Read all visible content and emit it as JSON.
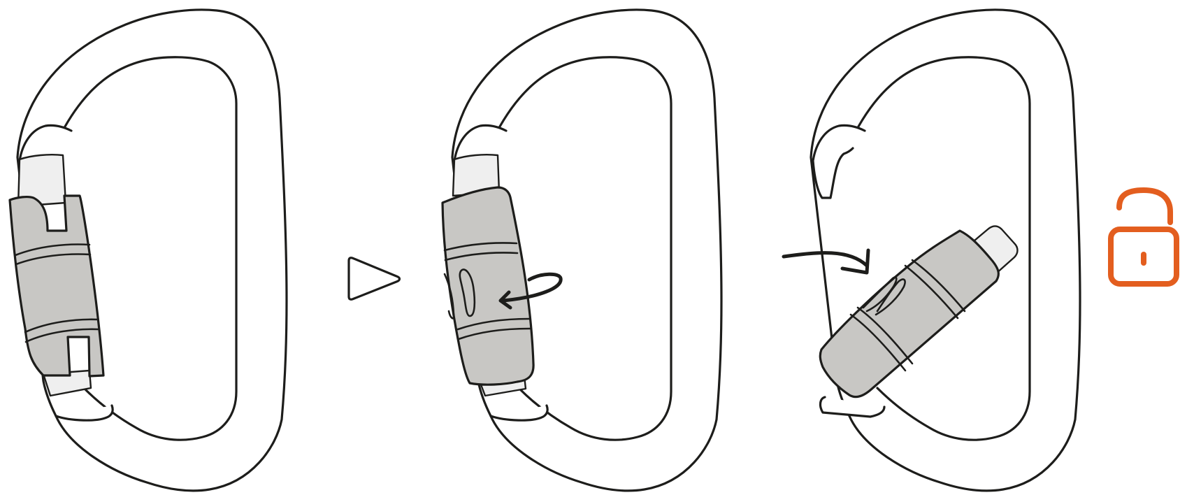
{
  "steps": [
    {
      "name": "locked-carabiner"
    },
    {
      "name": "twist-sleeve"
    },
    {
      "name": "open-gate"
    }
  ],
  "icons": {
    "next_arrow": "play-triangle-icon",
    "rotate_arrow": "rotate-arrow-icon",
    "push_arrow": "curved-arrow-icon",
    "status": "unlocked-padlock-icon"
  },
  "colors": {
    "outline": "#1d1d1b",
    "sleeve": "#c8c7c4",
    "accent": "#e35e1f"
  }
}
